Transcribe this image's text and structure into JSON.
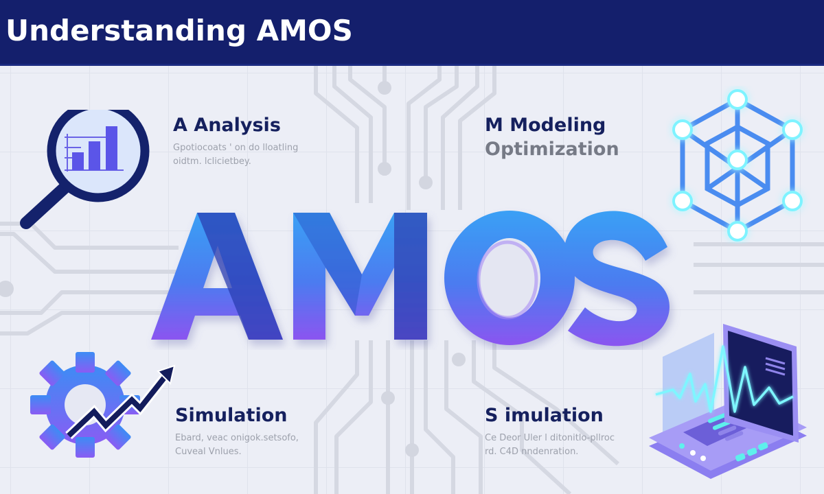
{
  "header": {
    "title": "Understanding AMOS"
  },
  "hero": {
    "word": "AMOS",
    "letters": [
      "A",
      "M",
      "O",
      "S"
    ],
    "gradient_top": "#3aa0f5",
    "gradient_bottom": "#8b55f0"
  },
  "sections": [
    {
      "id": "analysis",
      "title": "A Analysis",
      "description_lines": [
        "Gpotiocoats ' on do lloatling",
        "oidtm. lclicietbey."
      ],
      "icon": "magnifier-bar-chart-icon"
    },
    {
      "id": "modeling",
      "title": "M Modeling",
      "subtitle": "Optimization",
      "icon": "network-hexagon-icon"
    },
    {
      "id": "simulation-left",
      "title": "Simulation",
      "description_lines": [
        "Ebard, veac onigok.setsofo,",
        "Cuveal Vnlues."
      ],
      "icon": "gear-trend-arrow-icon"
    },
    {
      "id": "simulation-right",
      "title": "S  imulation",
      "description_lines": [
        "Ce Deor Uler l ditonitlo-pllroc",
        "rd. C4D nndenration."
      ],
      "icon": "monitor-waveform-icon"
    }
  ],
  "colors": {
    "header_bg": "#141f6c",
    "title_text": "#15205e",
    "subtitle_text": "#767a86",
    "desc_text": "#9da1ac",
    "canvas_bg": "#eceef6",
    "circuit": "#d6d9e3",
    "glow_cyan": "#5ef0ff",
    "accent_blue": "#3b7bf0",
    "accent_purple": "#7f5af0"
  }
}
